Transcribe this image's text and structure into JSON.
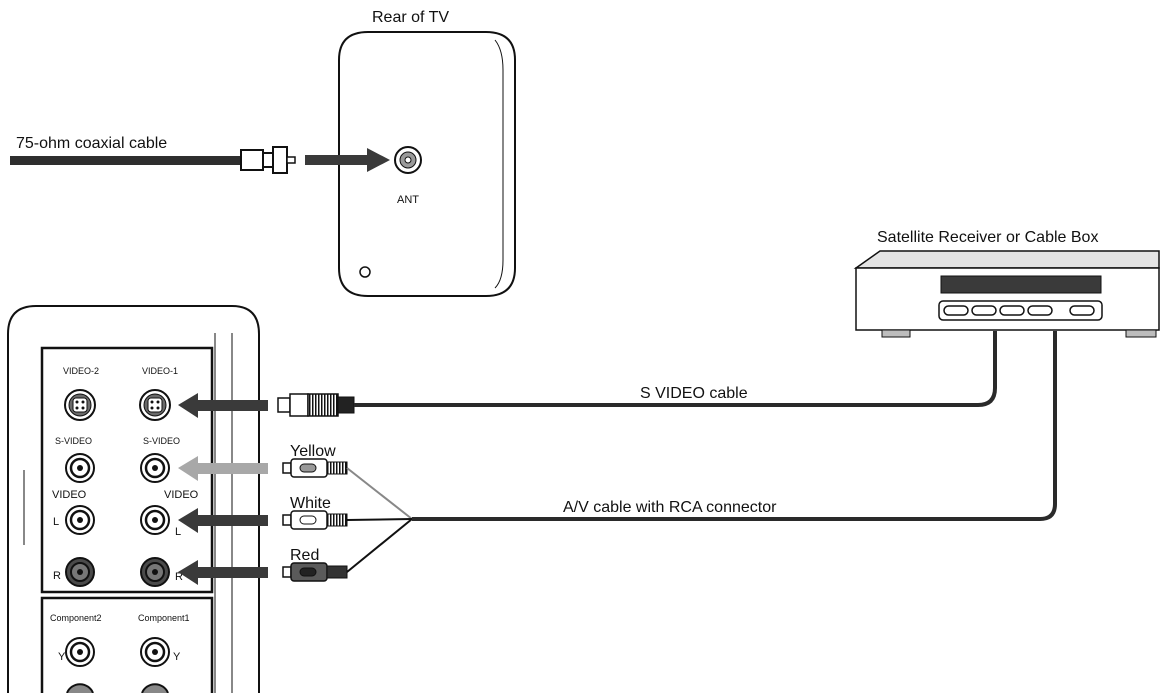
{
  "tv_rear": {
    "title": "Rear of TV",
    "antenna_label": "ANT"
  },
  "coax": {
    "label": "75-ohm coaxial cable"
  },
  "receiver": {
    "label": "Satellite Receiver or Cable Box"
  },
  "input_panel": {
    "video2_label": "VIDEO-2",
    "video1_label": "VIDEO-1",
    "svideo_left_label": "S-VIDEO",
    "svideo_right_label": "S-VIDEO",
    "video_left_label": "VIDEO",
    "video_right_label": "VIDEO",
    "l_left": "L",
    "l_right": "L",
    "r_left": "R",
    "r_right": "R",
    "component2_label": "Component2",
    "component1_label": "Component1",
    "y_left": "Y",
    "y_right": "Y"
  },
  "cables": {
    "svideo_label": "S VIDEO cable",
    "av_label": "A/V cable with RCA connector",
    "yellow_label": "Yellow",
    "white_label": "White",
    "red_label": "Red"
  },
  "colors": {
    "ink": "#111111",
    "dark_gray": "#3a3a3a",
    "mid_gray": "#8a8a8a",
    "light_gray": "#bdbdbd",
    "box_gray": "#d8d8d8"
  }
}
